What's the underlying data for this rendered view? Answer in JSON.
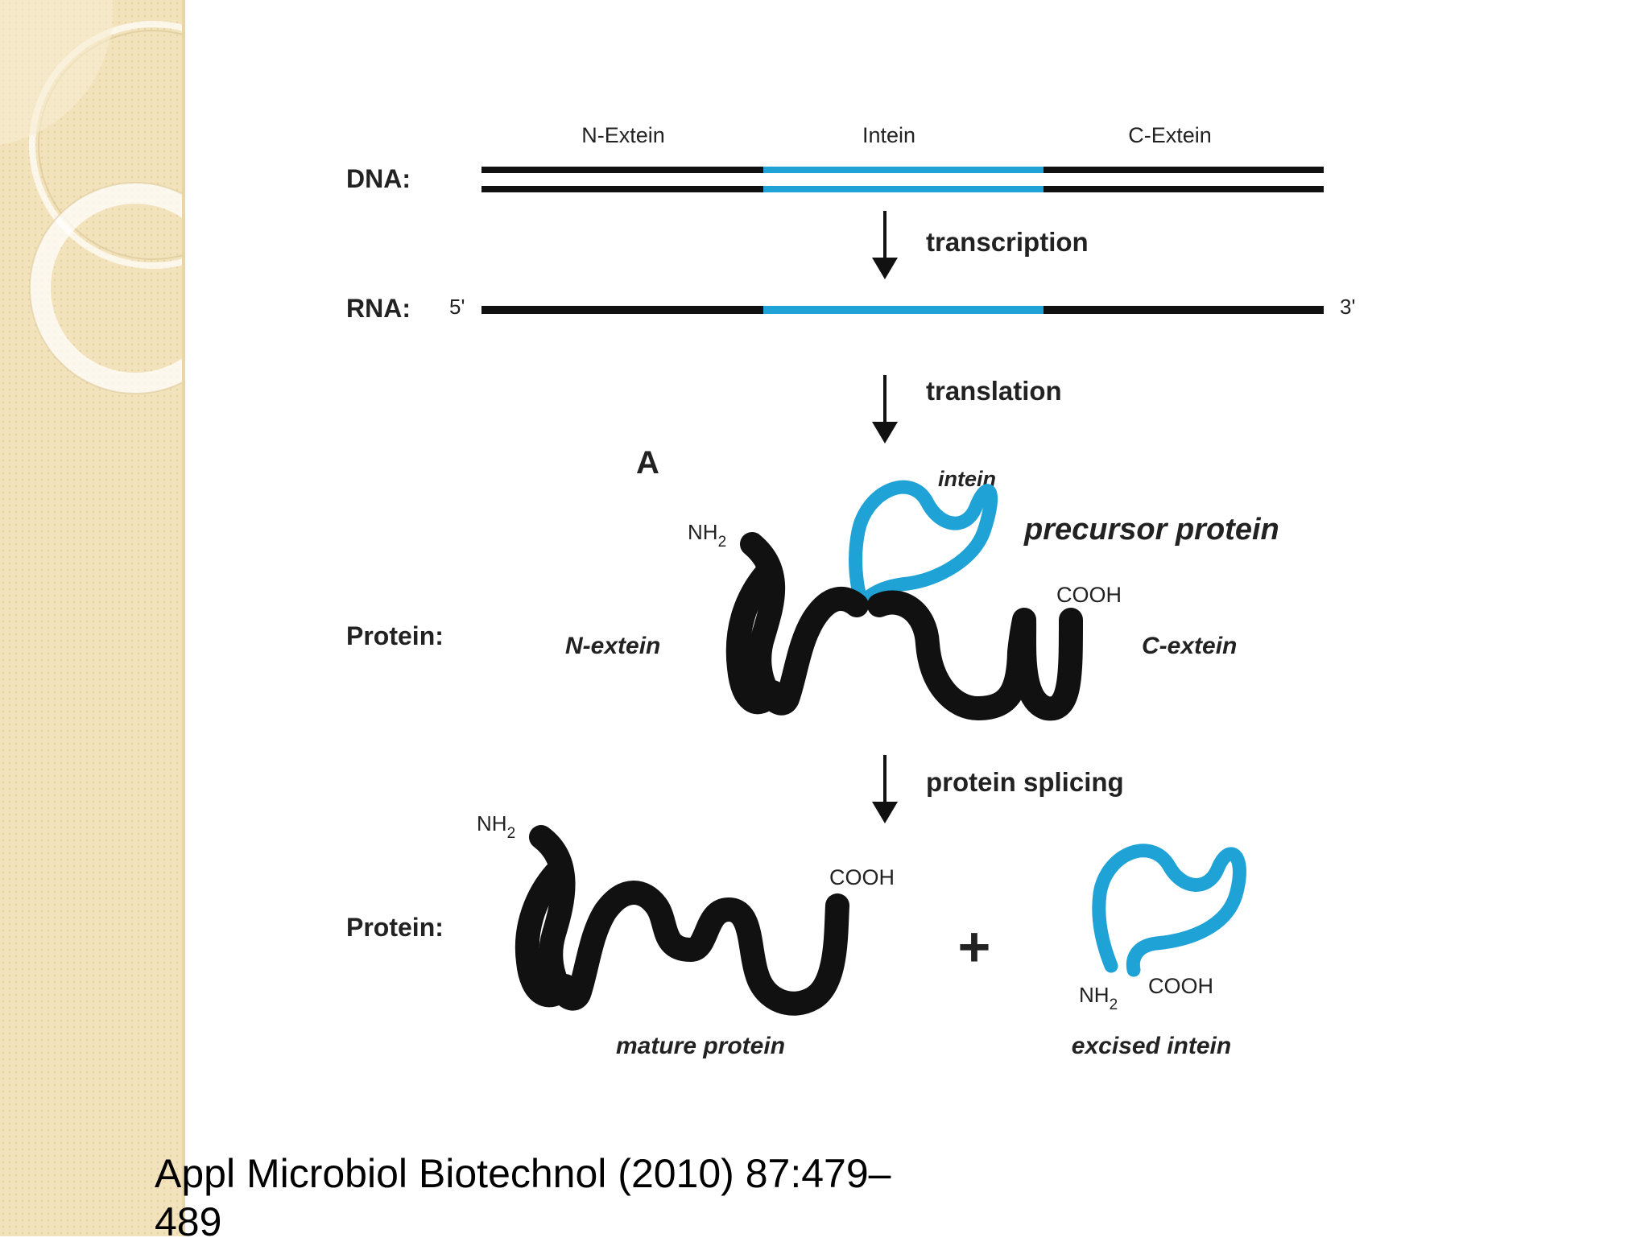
{
  "slide": {
    "citation": "Appl Microbiol Biotechnol (2010) 87:479–\n489"
  },
  "diagram": {
    "dna_label": "DNA:",
    "rna_label": "RNA:",
    "segments": {
      "n_extein": "N-Extein",
      "intein": "Intein",
      "c_extein": "C-Extein"
    },
    "rna_five_prime": "5'",
    "rna_three_prime": "3'",
    "steps": {
      "transcription": "transcription",
      "translation": "translation",
      "splicing": "protein splicing"
    },
    "panel_letter": "A",
    "precursor": {
      "row_label": "Protein:",
      "title": "precursor protein",
      "intein_label": "intein",
      "n_extein_label": "N-extein",
      "c_extein_label": "C-extein",
      "nh2": "NH",
      "nh2_sub": "2",
      "cooh": "COOH"
    },
    "products": {
      "row_label": "Protein:",
      "mature_label": "mature protein",
      "excised_label": "excised intein",
      "plus": "+",
      "mature_nh2": "NH",
      "mature_nh2_sub": "2",
      "mature_cooh": "COOH",
      "excised_nh2": "NH",
      "excised_nh2_sub": "2",
      "excised_cooh": "COOH"
    },
    "colors": {
      "intein_blue": "#1fa3d6",
      "extein_black": "#111111",
      "sidebar_tan": "#f3e3bd"
    }
  }
}
